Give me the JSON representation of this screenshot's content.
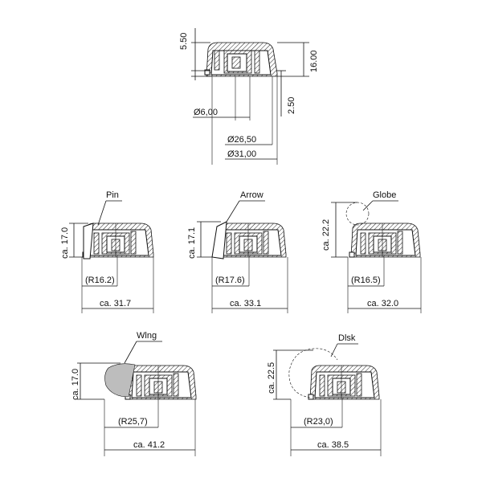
{
  "top_view": {
    "dim_height_small": "5.50",
    "dim_height_total": "16.00",
    "dim_height_skirt": "2.50",
    "dim_bore": "Ø6,00",
    "dim_inner_dia": "Ø26,50",
    "dim_outer_dia": "Ø31,00"
  },
  "variants": [
    {
      "name": "Pin",
      "height": "ca. 17.0",
      "radius": "(R16.2)",
      "width": "ca. 31.7"
    },
    {
      "name": "Arrow",
      "height": "ca. 17.1",
      "radius": "(R17.6)",
      "width": "ca. 33.1"
    },
    {
      "name": "Globe",
      "height": "ca. 22.2",
      "radius": "(R16.5)",
      "width": "ca. 32.0"
    },
    {
      "name": "Wlng",
      "height": "ca. 17.0",
      "radius": "(R25,7)",
      "width": "ca. 41.2"
    },
    {
      "name": "Dlsk",
      "height": "ca. 22.5",
      "radius": "(R23,0)",
      "width": "ca. 38.5"
    }
  ]
}
